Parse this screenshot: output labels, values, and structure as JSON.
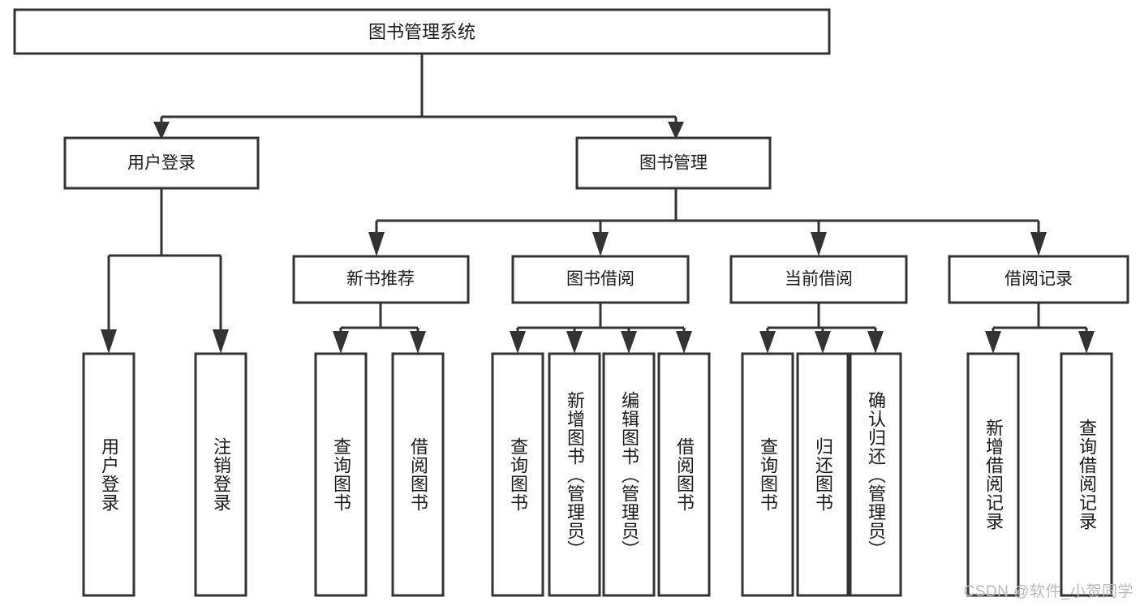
{
  "diagram": {
    "title": "图书管理系统",
    "type": "tree-hierarchy",
    "root": {
      "id": "root",
      "label": "图书管理系统"
    },
    "level2": [
      {
        "id": "user-login",
        "label": "用户登录"
      },
      {
        "id": "book-management",
        "label": "图书管理"
      }
    ],
    "level3": [
      {
        "id": "new-book-recommend",
        "label": "新书推荐",
        "parent": "book-management"
      },
      {
        "id": "book-borrow",
        "label": "图书借阅",
        "parent": "book-management"
      },
      {
        "id": "current-borrow",
        "label": "当前借阅",
        "parent": "book-management"
      },
      {
        "id": "borrow-record",
        "label": "借阅记录",
        "parent": "book-management"
      }
    ],
    "leaves": {
      "user-login": [
        {
          "id": "leaf-user-login",
          "label": "用户登录"
        },
        {
          "id": "leaf-logout-login",
          "label": "注销登录"
        }
      ],
      "new-book-recommend": [
        {
          "id": "leaf-query-book-1",
          "label": "查询图书"
        },
        {
          "id": "leaf-borrow-book-1",
          "label": "借阅图书"
        }
      ],
      "book-borrow": [
        {
          "id": "leaf-query-book-2",
          "label": "查询图书"
        },
        {
          "id": "leaf-add-book",
          "label": "新增图书（管理员）"
        },
        {
          "id": "leaf-edit-book",
          "label": "编辑图书（管理员）"
        },
        {
          "id": "leaf-borrow-book-2",
          "label": "借阅图书"
        }
      ],
      "current-borrow": [
        {
          "id": "leaf-query-book-3",
          "label": "查询图书"
        },
        {
          "id": "leaf-return-book",
          "label": "归还图书"
        },
        {
          "id": "leaf-confirm-return",
          "label": "确认归还（管理员）"
        }
      ],
      "borrow-record": [
        {
          "id": "leaf-add-record",
          "label": "新增借阅记录"
        },
        {
          "id": "leaf-query-record",
          "label": "查询借阅记录"
        }
      ]
    }
  },
  "watermark": {
    "text": "CSDN @软件_小贺同学"
  },
  "colors": {
    "stroke": "#333333",
    "box_fill": "#ffffff",
    "text": "#1a1a1a",
    "watermark": "#b9b9b9",
    "background": "#ffffff"
  }
}
